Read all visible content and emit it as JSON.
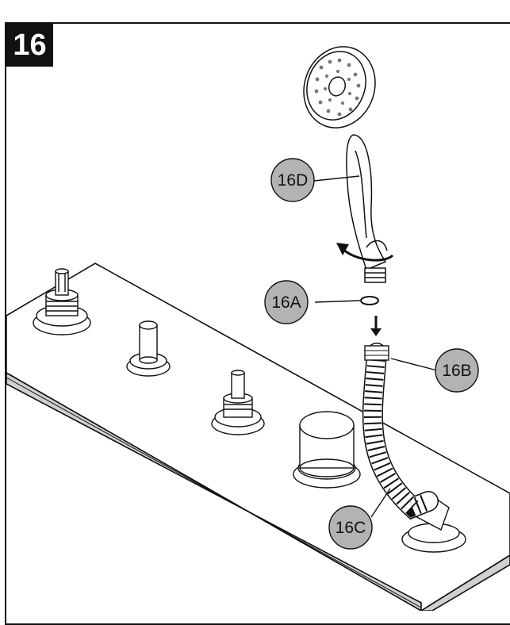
{
  "step": {
    "number": "16"
  },
  "callouts": {
    "hand_shower": "16D",
    "washer": "16A",
    "hose_top": "16B",
    "hose": "16C"
  },
  "colors": {
    "callout_fill": "#b3b3b3",
    "line": "#111111",
    "deck_side": "#d0d0d0"
  }
}
